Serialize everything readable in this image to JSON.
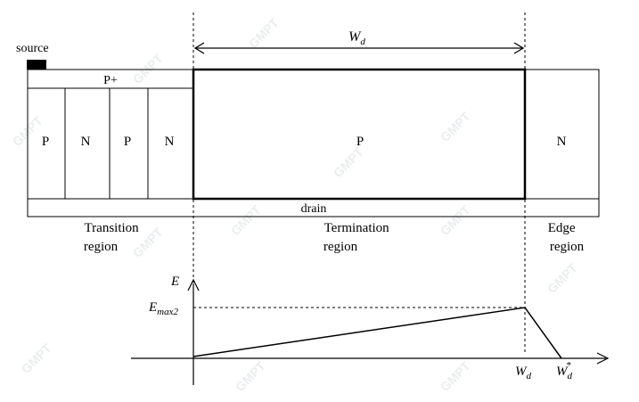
{
  "labels": {
    "source": "source",
    "p_plus": "P+",
    "pillars": [
      "P",
      "N",
      "P",
      "N"
    ],
    "termination_p": "P",
    "edge_n": "N",
    "drain": "drain",
    "wd_top": "W",
    "wd_top_sub": "d"
  },
  "regions": {
    "transition": [
      "Transition",
      "region"
    ],
    "termination": [
      "Termination",
      "region"
    ],
    "edge": [
      "Edge",
      "region"
    ]
  },
  "field_plot": {
    "y_axis_label": "E",
    "emax_main": "E",
    "emax_sub": "max2",
    "x_tick_wd": "W",
    "x_tick_wd_sub": "d",
    "x_tick_wd_star": "W",
    "x_tick_wd_star_sub": "d",
    "x_tick_wd_star_sup": "*"
  },
  "watermark": "GMPT"
}
